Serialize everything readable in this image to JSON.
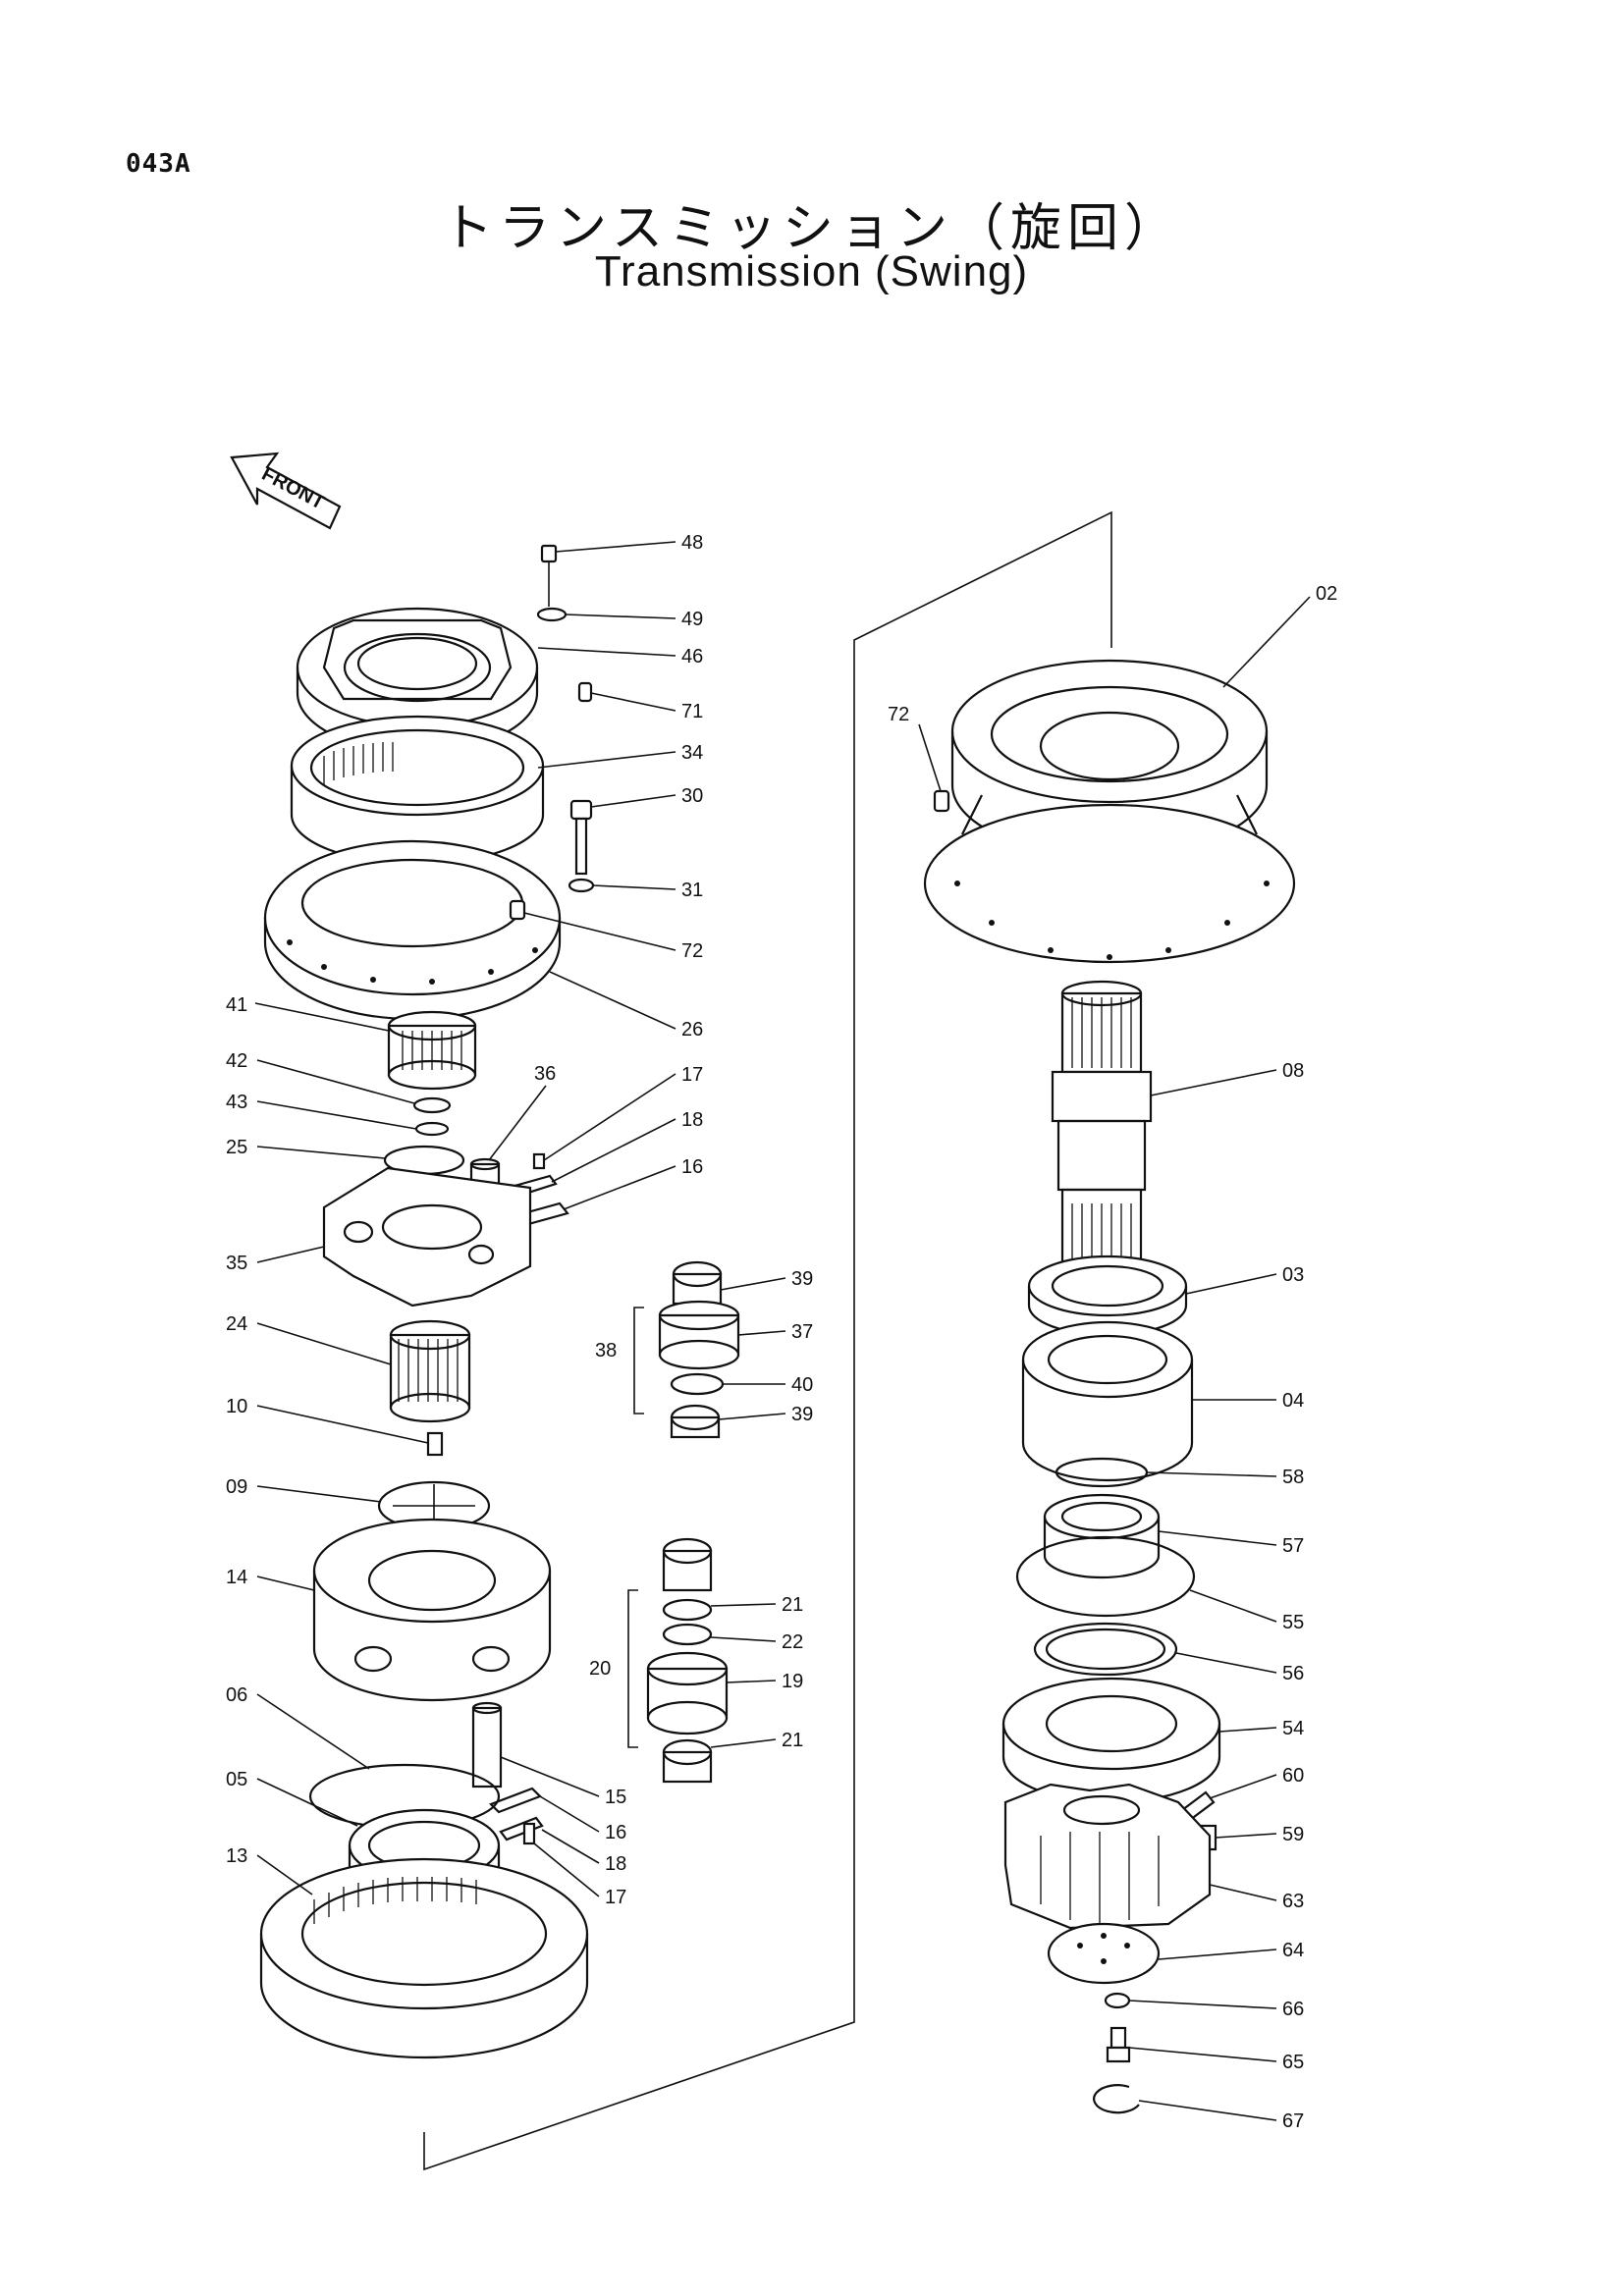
{
  "header": {
    "page_code": "043A",
    "title_jp": "トランスミッション（旋回）",
    "title_en": "Transmission (Swing)"
  },
  "front_label": "FRONT",
  "callouts": [
    {
      "id": "c48",
      "text": "48"
    },
    {
      "id": "c49",
      "text": "49"
    },
    {
      "id": "c46",
      "text": "46"
    },
    {
      "id": "c71",
      "text": "71"
    },
    {
      "id": "c34",
      "text": "34"
    },
    {
      "id": "c30",
      "text": "30"
    },
    {
      "id": "c31",
      "text": "31"
    },
    {
      "id": "c72a",
      "text": "72"
    },
    {
      "id": "c26",
      "text": "26"
    },
    {
      "id": "c41",
      "text": "41"
    },
    {
      "id": "c42",
      "text": "42"
    },
    {
      "id": "c43",
      "text": "43"
    },
    {
      "id": "c25",
      "text": "25"
    },
    {
      "id": "c36",
      "text": "36"
    },
    {
      "id": "c17a",
      "text": "17"
    },
    {
      "id": "c18a",
      "text": "18"
    },
    {
      "id": "c16a",
      "text": "16"
    },
    {
      "id": "c35",
      "text": "35"
    },
    {
      "id": "c39a",
      "text": "39"
    },
    {
      "id": "c37",
      "text": "37"
    },
    {
      "id": "c38",
      "text": "38"
    },
    {
      "id": "c40",
      "text": "40"
    },
    {
      "id": "c39b",
      "text": "39"
    },
    {
      "id": "c24",
      "text": "24"
    },
    {
      "id": "c10",
      "text": "10"
    },
    {
      "id": "c09",
      "text": "09"
    },
    {
      "id": "c14",
      "text": "14"
    },
    {
      "id": "c21a",
      "text": "21"
    },
    {
      "id": "c22",
      "text": "22"
    },
    {
      "id": "c20",
      "text": "20"
    },
    {
      "id": "c19",
      "text": "19"
    },
    {
      "id": "c21b",
      "text": "21"
    },
    {
      "id": "c06",
      "text": "06"
    },
    {
      "id": "c15",
      "text": "15"
    },
    {
      "id": "c16b",
      "text": "16"
    },
    {
      "id": "c05",
      "text": "05"
    },
    {
      "id": "c18b",
      "text": "18"
    },
    {
      "id": "c17b",
      "text": "17"
    },
    {
      "id": "c13",
      "text": "13"
    },
    {
      "id": "c02",
      "text": "02"
    },
    {
      "id": "c72b",
      "text": "72"
    },
    {
      "id": "c08",
      "text": "08"
    },
    {
      "id": "c03",
      "text": "03"
    },
    {
      "id": "c04",
      "text": "04"
    },
    {
      "id": "c58",
      "text": "58"
    },
    {
      "id": "c57",
      "text": "57"
    },
    {
      "id": "c55",
      "text": "55"
    },
    {
      "id": "c56",
      "text": "56"
    },
    {
      "id": "c54",
      "text": "54"
    },
    {
      "id": "c60",
      "text": "60"
    },
    {
      "id": "c59",
      "text": "59"
    },
    {
      "id": "c63",
      "text": "63"
    },
    {
      "id": "c64",
      "text": "64"
    },
    {
      "id": "c66",
      "text": "66"
    },
    {
      "id": "c65",
      "text": "65"
    },
    {
      "id": "c67",
      "text": "67"
    }
  ]
}
